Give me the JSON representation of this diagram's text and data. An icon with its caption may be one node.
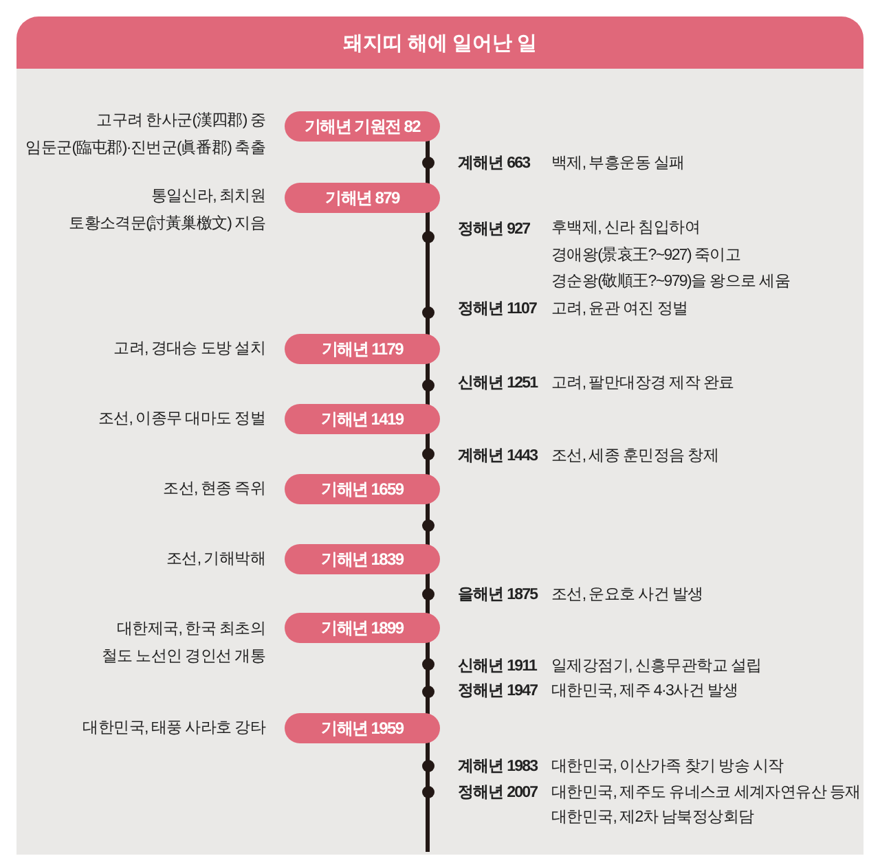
{
  "diagram": {
    "title": "돼지띠 해에 일어난 일",
    "nodes": [
      {
        "text": [
          "기해년 기원전 82"
        ],
        "beside": [
          "고구려 한사군(漢四郡) 중 임둔군(臨屯郡)·진번군(眞番郡) 축출"
        ]
      },
      {
        "text": [
          "기해년 879"
        ],
        "beside": [
          "통일신라, 최치원 토황소격문(討黃巢檄文) 지음"
        ]
      },
      {
        "text": [
          "기해년 1179"
        ],
        "beside": [
          "고려, 경대승 도방 설치"
        ]
      },
      {
        "text": [
          "기해년 1419"
        ],
        "beside": [
          "조선, 이종무 대마도 정벌"
        ]
      },
      {
        "text": [
          "기해년 1659"
        ],
        "beside": [
          "조선, 현종 즉위"
        ]
      },
      {
        "text": [
          "기해년 1839"
        ],
        "beside": [
          "조선, 기해박해"
        ]
      },
      {
        "text": [
          "기해년 1899"
        ],
        "beside": [
          "대한제국, 한국 최초의 철도 노선인 경인선 개통"
        ]
      },
      {
        "text": [
          "기해년 1959"
        ],
        "beside": [
          "대한민국, 태풍 사라호 강타"
        ]
      }
    ],
    "labels": [
      "계해년 663",
      "백제, 부흥운동 실패",
      "정해년 927",
      "후백제, 신라 침입하여 경애왕(景哀王?~927) 죽이고 경순왕(敬順王?~979)을 왕으로 세움",
      "정해년 1107",
      "고려, 윤관 여진 정벌",
      "신해년 1251",
      "고려, 팔만대장경 제작 완료",
      "계해년 1443",
      "조선, 세종 훈민정음 창제",
      "을해년 1875",
      "조선, 운요호 사건 발생",
      "신해년 1911",
      "일제강점기, 신흥무관학교 설립",
      "정해년 1947",
      "대한민국, 제주 4·3사건 발생",
      "계해년 1983",
      "대한민국, 이산가족 찾기 방송 시작",
      "정해년 2007",
      "대한민국, 제주도 유네스코 세계자연유산 등재",
      "대한민국, 제2차 남북정상회담"
    ]
  }
}
